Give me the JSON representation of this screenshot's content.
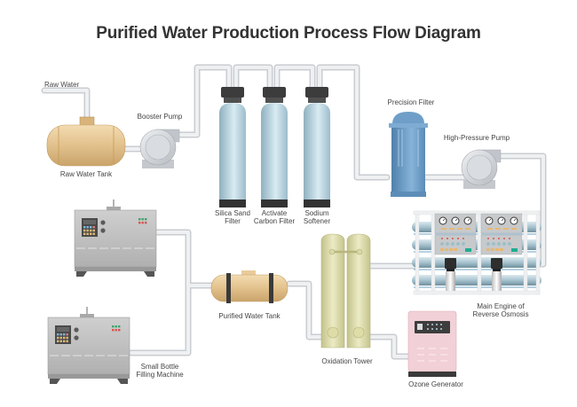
{
  "title": "Purified Water Production Process Flow Diagram",
  "colors": {
    "pipe": "#dcdfe3",
    "pipe_outline": "#c9ccd1",
    "tank_tan": "#e6c795",
    "filter_blue": "#b7d0dc",
    "precision_filter": "#6b9bc4",
    "oxidation_tower": "#d6d6a4",
    "ozone_pink": "#f0ccd3",
    "machine_gray": "#bdbdbd"
  },
  "labels": {
    "raw_water": "Raw Water",
    "raw_water_tank": "Raw Water Tank",
    "booster_pump": "Booster Pump",
    "silica_sand_filter": [
      "Silica Sand",
      "Filter"
    ],
    "activate_carbon_filter": [
      "Activate",
      "Carbon Filter"
    ],
    "sodium_softener": [
      "Sodium",
      "Softener"
    ],
    "precision_filter": "Precision Filter",
    "high_pressure_pump": "High-Pressure Pump",
    "ro_engine": [
      "Main Engine of",
      "Reverse Osmosis"
    ],
    "oxidation_tower": "Oxidation Tower",
    "ozone_generator": "Ozone Generator",
    "purified_water_tank": "Purified Water Tank",
    "small_bottle_filling": [
      "Small Bottle",
      "Filling Machine"
    ]
  },
  "components": [
    {
      "id": "raw-water-tank",
      "icon": "horizontal-tank-icon"
    },
    {
      "id": "booster-pump",
      "icon": "pump-icon"
    },
    {
      "id": "silica-sand-filter",
      "icon": "filter-vessel-icon"
    },
    {
      "id": "activate-carbon-filter",
      "icon": "filter-vessel-icon"
    },
    {
      "id": "sodium-softener",
      "icon": "filter-vessel-icon"
    },
    {
      "id": "precision-filter",
      "icon": "cartridge-filter-icon"
    },
    {
      "id": "high-pressure-pump",
      "icon": "pump-icon"
    },
    {
      "id": "ro-main-engine",
      "icon": "reverse-osmosis-rack-icon"
    },
    {
      "id": "oxidation-tower",
      "icon": "twin-tower-icon"
    },
    {
      "id": "ozone-generator",
      "icon": "ozone-cabinet-icon"
    },
    {
      "id": "purified-water-tank",
      "icon": "horizontal-tank-icon"
    },
    {
      "id": "filling-machine-1",
      "icon": "filling-machine-icon"
    },
    {
      "id": "filling-machine-2",
      "icon": "filling-machine-icon"
    }
  ]
}
